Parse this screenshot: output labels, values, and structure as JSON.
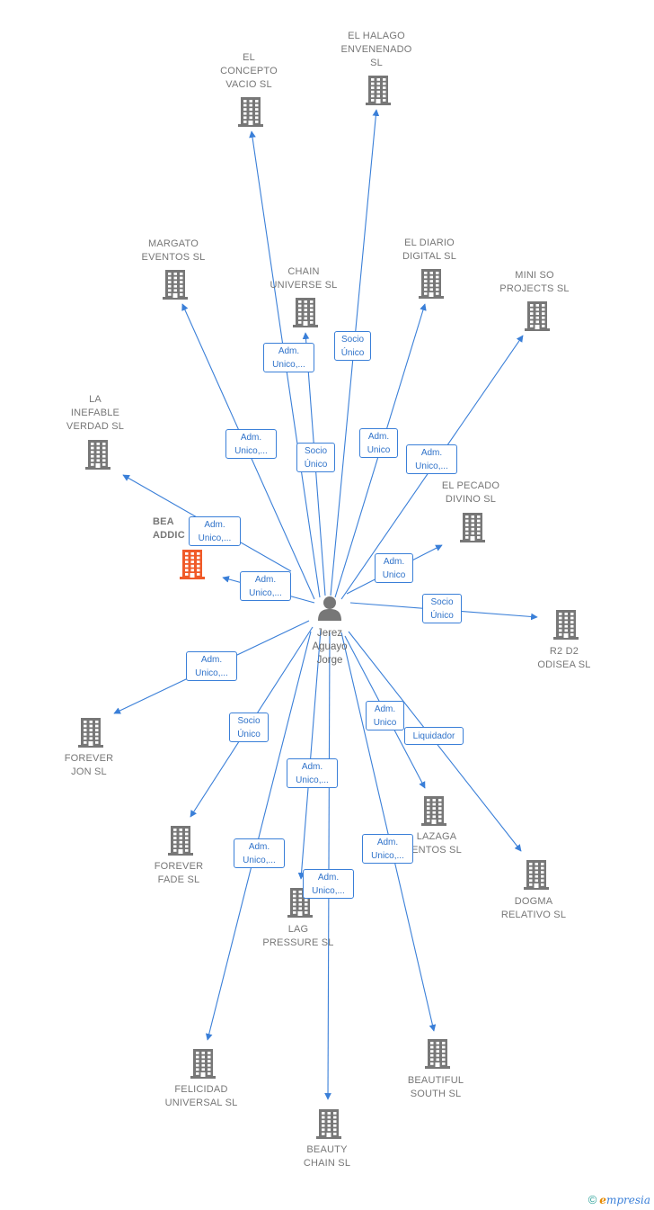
{
  "person": {
    "name": "Jerez\nAguayo\nJorge"
  },
  "colors": {
    "edge": "#3a7fd8",
    "building": "#777777",
    "highlight": "#f05a28"
  },
  "companies": [
    {
      "id": "el-concepto-vacio",
      "label": "EL\nCONCEPTO\nVACIO  SL"
    },
    {
      "id": "el-halago-envenenado",
      "label": "EL HALAGO\nENVENENADO\nSL"
    },
    {
      "id": "margato-eventos",
      "label": "MARGATO\nEVENTOS  SL"
    },
    {
      "id": "chain-universe",
      "label": "CHAIN\nUNIVERSE  SL"
    },
    {
      "id": "el-diario-digital",
      "label": "EL DIARIO\nDIGITAL  SL"
    },
    {
      "id": "mini-so-projects",
      "label": "MINI SO\nPROJECTS  SL"
    },
    {
      "id": "la-inefable-verdad",
      "label": "LA\nINEFABLE\nVERDAD  SL"
    },
    {
      "id": "el-pecado-divino",
      "label": "EL PECADO\nDIVINO  SL"
    },
    {
      "id": "beauty-addict",
      "label": "BEA\nADDIC"
    },
    {
      "id": "r2-d2-odisea",
      "label": "R2 D2\nODISEA  SL"
    },
    {
      "id": "forever-jon",
      "label": "FOREVER\nJON  SL"
    },
    {
      "id": "forever-fade",
      "label": "FOREVER\nFADE  SL"
    },
    {
      "id": "lazaga-eventos",
      "label": "LAZAGA\nENTOS  SL"
    },
    {
      "id": "dogma-relativo",
      "label": "DOGMA\nRELATIVO  SL"
    },
    {
      "id": "lag-pressure",
      "label": "LAG\nPRESSURE  SL"
    },
    {
      "id": "felicidad-universal",
      "label": "FELICIDAD\nUNIVERSAL  SL"
    },
    {
      "id": "beautiful-south",
      "label": "BEAUTIFUL\nSOUTH  SL"
    },
    {
      "id": "beauty-chain",
      "label": "BEAUTY\nCHAIN  SL"
    }
  ],
  "roles": [
    {
      "target": "chain-universe",
      "text": "Adm.\nUnico,..."
    },
    {
      "target": "el-halago-envenenado",
      "text": "Socio\nÚnico"
    },
    {
      "target": "el-concepto-vacio",
      "text": "Socio\nÚnico"
    },
    {
      "target": "margato-eventos",
      "text": "Adm.\nUnico,..."
    },
    {
      "target": "el-diario-digital",
      "text": "Adm.\nUnico"
    },
    {
      "target": "mini-so-projects",
      "text": "Adm.\nUnico,..."
    },
    {
      "target": "la-inefable-verdad",
      "text": "Adm.\nUnico,..."
    },
    {
      "target": "beauty-addict",
      "text": "Adm.\nUnico,..."
    },
    {
      "target": "el-pecado-divino",
      "text": "Adm.\nUnico"
    },
    {
      "target": "r2-d2-odisea",
      "text": "Socio\nÚnico"
    },
    {
      "target": "forever-jon",
      "text": "Adm.\nUnico,..."
    },
    {
      "target": "forever-fade",
      "text": "Socio\nÚnico"
    },
    {
      "target": "lazaga-eventos",
      "text": "Adm.\nUnico"
    },
    {
      "target": "dogma-relativo",
      "text": "Liquidador"
    },
    {
      "target": "lag-pressure",
      "text": "Adm.\nUnico,..."
    },
    {
      "target": "felicidad-universal",
      "text": "Adm.\nUnico,..."
    },
    {
      "target": "beautiful-south",
      "text": "Adm.\nUnico,..."
    },
    {
      "target": "beauty-chain",
      "text": "Adm.\nUnico,..."
    }
  ],
  "footer": {
    "copyright": "©",
    "brand_first": "e",
    "brand_rest": "mpresia"
  }
}
